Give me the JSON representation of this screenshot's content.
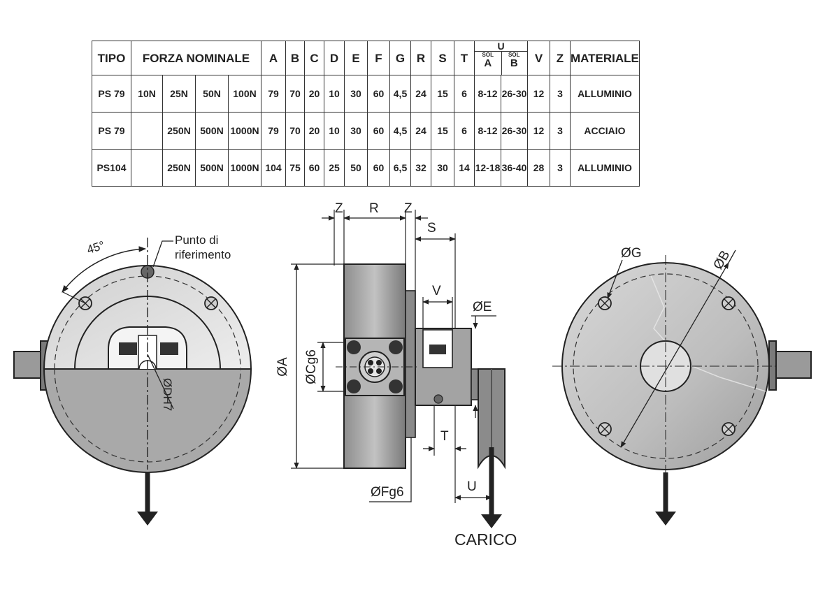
{
  "table": {
    "headers": {
      "tipo": "TIPO",
      "forza": "FORZA NOMINALE",
      "dims": [
        "A",
        "B",
        "C",
        "D",
        "E",
        "F",
        "G",
        "R",
        "S",
        "T"
      ],
      "u": "U",
      "u_sub_small": "SOL",
      "u_sub_a": "A",
      "u_sub_b": "B",
      "v": "V",
      "z": "Z",
      "materiale": "MATERIALE"
    },
    "rows": [
      {
        "tipo": "PS 79",
        "forze": [
          "10N",
          "25N",
          "50N",
          "100N"
        ],
        "dims": [
          "79",
          "70",
          "20",
          "10",
          "30",
          "60",
          "4,5",
          "24",
          "15",
          "6"
        ],
        "u_a": "8-12",
        "u_b": "26-30",
        "v": "12",
        "z": "3",
        "materiale": "ALLUMINIO"
      },
      {
        "tipo": "PS 79",
        "forze": [
          "",
          "250N",
          "500N",
          "1000N"
        ],
        "dims": [
          "79",
          "70",
          "20",
          "10",
          "30",
          "60",
          "4,5",
          "24",
          "15",
          "6"
        ],
        "u_a": "8-12",
        "u_b": "26-30",
        "v": "12",
        "z": "3",
        "materiale": "ACCIAIO"
      },
      {
        "tipo": "PS104",
        "forze": [
          "",
          "250N",
          "500N",
          "1000N"
        ],
        "dims": [
          "104",
          "75",
          "60",
          "25",
          "50",
          "60",
          "6,5",
          "32",
          "30",
          "14"
        ],
        "u_a": "12-18",
        "u_b": "36-40",
        "v": "28",
        "z": "3",
        "materiale": "ALLUMINIO"
      }
    ]
  },
  "drawing": {
    "left_view": {
      "angle_label": "45°",
      "ref_label_line1": "Punto di",
      "ref_label_line2": "riferimento",
      "bore_label": "ØDH7"
    },
    "middle_view": {
      "dim_z_left": "Z",
      "dim_r": "R",
      "dim_z_right": "Z",
      "dim_s": "S",
      "dim_v": "V",
      "dim_e": "ØE",
      "dim_a": "ØA",
      "dim_c": "ØCg6",
      "dim_t": "T",
      "dim_u": "U",
      "dim_f": "ØFg6",
      "load_label": "CARICO"
    },
    "right_view": {
      "dim_g": "ØG",
      "dim_b": "ØB"
    }
  }
}
